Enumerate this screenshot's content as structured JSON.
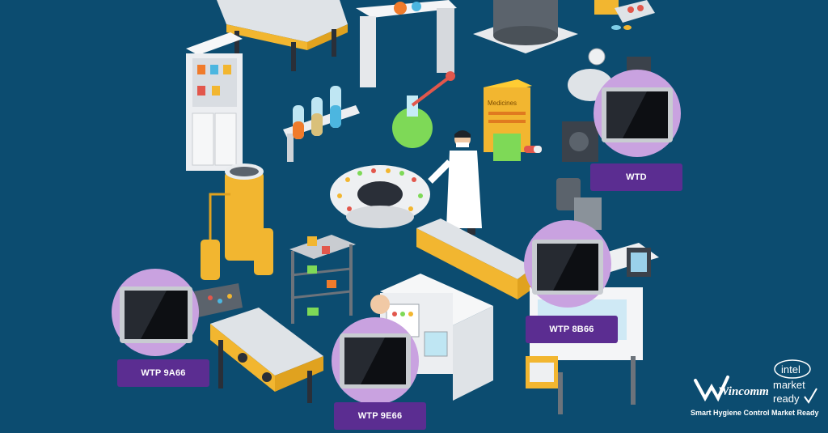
{
  "colors": {
    "background": "#0c4c70",
    "label_bg": "#5b2d91",
    "halo": "#c9a2e0",
    "machine_yellow": "#f2b630",
    "machine_white": "#eef0f2"
  },
  "products": [
    {
      "id": "wtd",
      "label": "WTD"
    },
    {
      "id": "wtp8b66",
      "label": "WTP 8B66"
    },
    {
      "id": "wtp9a66",
      "label": "WTP 9A66"
    },
    {
      "id": "wtp9e66",
      "label": "WTP 9E66"
    }
  ],
  "scene": {
    "medicine_box_text": "Medicines"
  },
  "branding": {
    "company_logo": "Wincomm",
    "partner_brand": "intel",
    "partner_program_line1": "market",
    "partner_program_line2": "ready",
    "tagline": "Smart Hygiene Control Market Ready"
  }
}
